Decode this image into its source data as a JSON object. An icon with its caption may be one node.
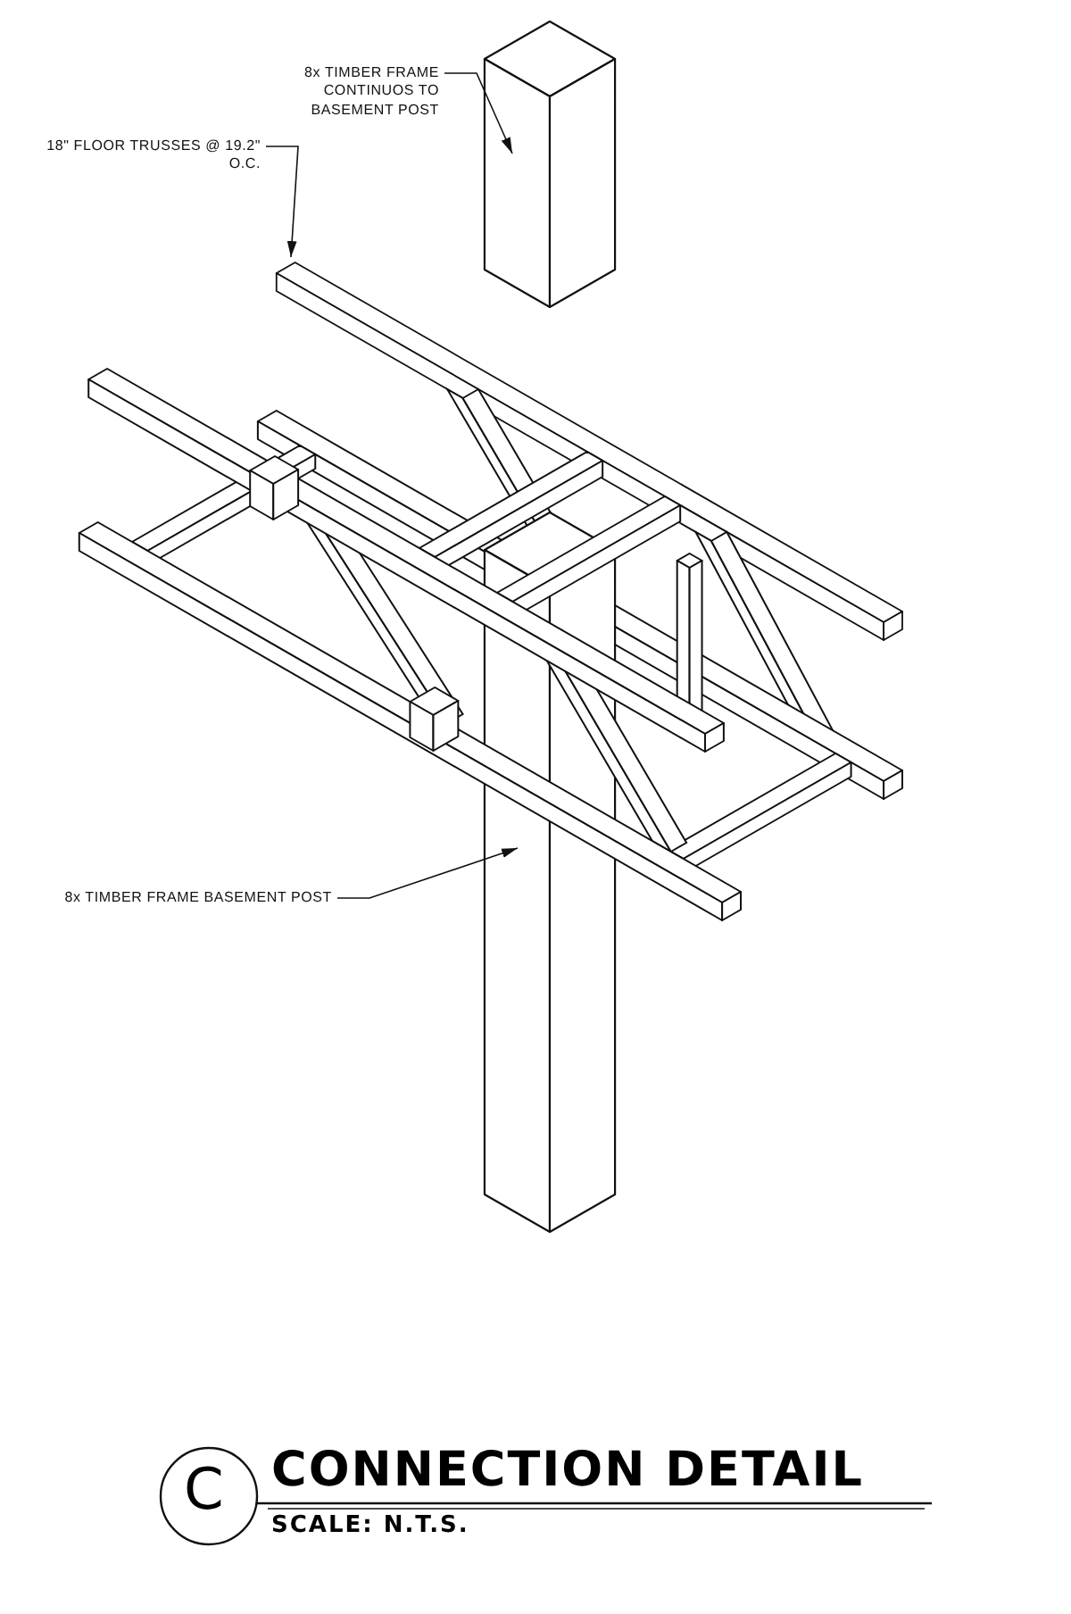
{
  "diagram": {
    "title": "CONNECTION DETAIL",
    "nodes": [
      {
        "text": [
          "8x TIMBER FRAME CONTINUOS TO BASEMENT POST"
        ]
      },
      {
        "text": [],
        "shape": "box"
      },
      {
        "text": [
          "18\" FLOOR TRUSSES @ 19.2\" O.C."
        ]
      },
      {
        "text": [],
        "shape": "bar"
      },
      {
        "text": [
          "8x TIMBER FRAME BASEMENT POST"
        ]
      },
      {
        "text": [],
        "shape": "box"
      }
    ],
    "edges": [
      {
        "from": 0,
        "to": 1,
        "arrow": "to"
      },
      {
        "from": 2,
        "to": 3,
        "arrow": "to"
      },
      {
        "from": 4,
        "to": 5,
        "arrow": "to"
      }
    ],
    "labels": [
      "C",
      "SCALE: N.T.S."
    ]
  }
}
